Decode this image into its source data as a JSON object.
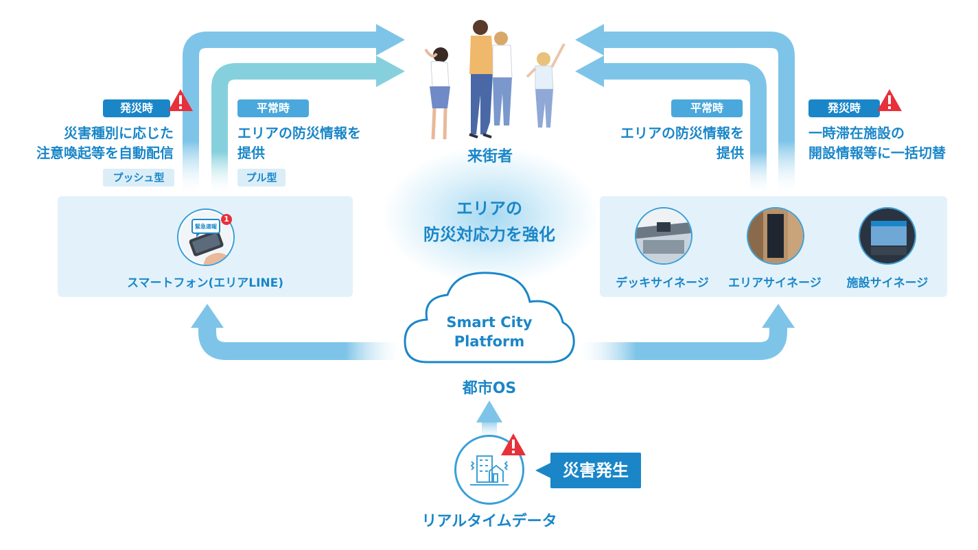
{
  "center": {
    "visitors_label": "来街者",
    "glow_line1": "エリアの",
    "glow_line2": "防災対応力を強化",
    "cloud_line1": "Smart City",
    "cloud_line2": "Platform",
    "cloud_caption": "都市OS",
    "realtime_label": "リアルタイムデータ",
    "disaster_label": "災害発生"
  },
  "left": {
    "disaster_badge": "発災時",
    "disaster_desc_line1": "災害種別に応じた",
    "disaster_desc_line2": "注意喚起等を自動配信",
    "push_tag": "プッシュ型",
    "normal_badge": "平常時",
    "normal_desc_line1": "エリアの防災情報を",
    "normal_desc_line2": "提供",
    "pull_tag": "プル型",
    "panel_label": "スマートフォン(エリアLINE)",
    "phone_bubble": "緊急速報",
    "notif_count": "1"
  },
  "right": {
    "normal_badge": "平常時",
    "normal_desc_line1": "エリアの防災情報を",
    "normal_desc_line2": "提供",
    "disaster_badge": "発災時",
    "disaster_desc_line1": "一時滞在施設の",
    "disaster_desc_line2": "開設情報等に一括切替",
    "signage": [
      {
        "label": "デッキサイネージ"
      },
      {
        "label": "エリアサイネージ"
      },
      {
        "label": "施設サイネージ"
      }
    ]
  },
  "colors": {
    "primary": "#1a86c8",
    "arrow_blue": "#7ec4e8",
    "arrow_teal": "#7dd3d8",
    "panel_bg": "#e3f2fa",
    "warning_red": "#e8303a"
  },
  "icons": [
    "warning-icon",
    "smartphone-icon",
    "city-building-icon",
    "cloud-icon"
  ]
}
